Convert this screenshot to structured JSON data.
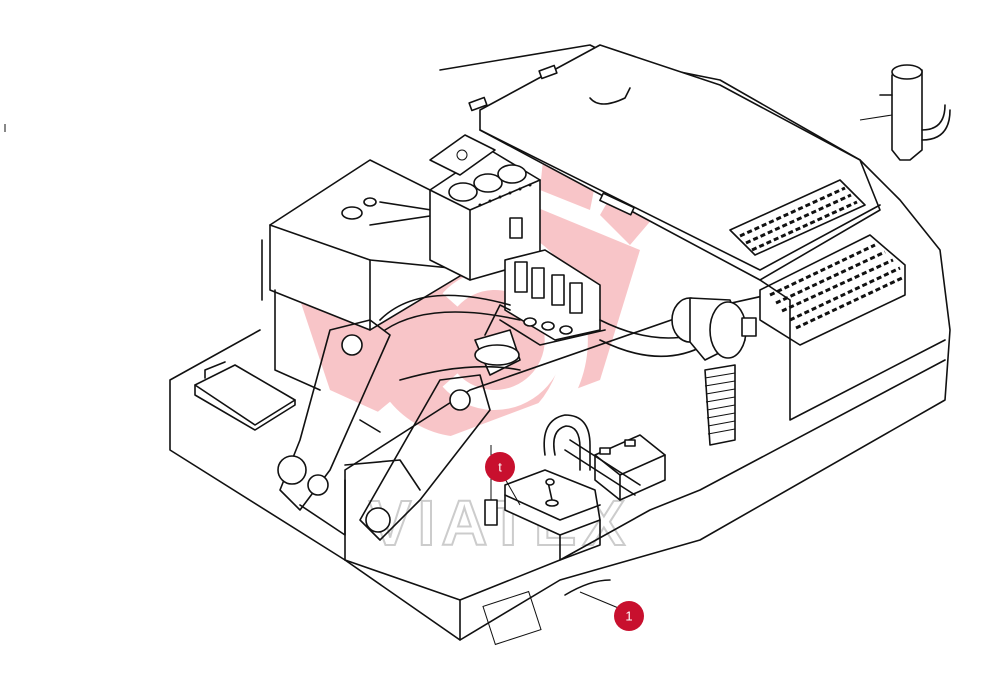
{
  "callouts": [
    {
      "id": "callout-t",
      "label": "t"
    },
    {
      "id": "callout-1",
      "label": "1"
    }
  ],
  "watermark_text": "VIATEX",
  "colors": {
    "callout": "#c8102e",
    "watermark": "#e8333c",
    "line": "#111111"
  }
}
